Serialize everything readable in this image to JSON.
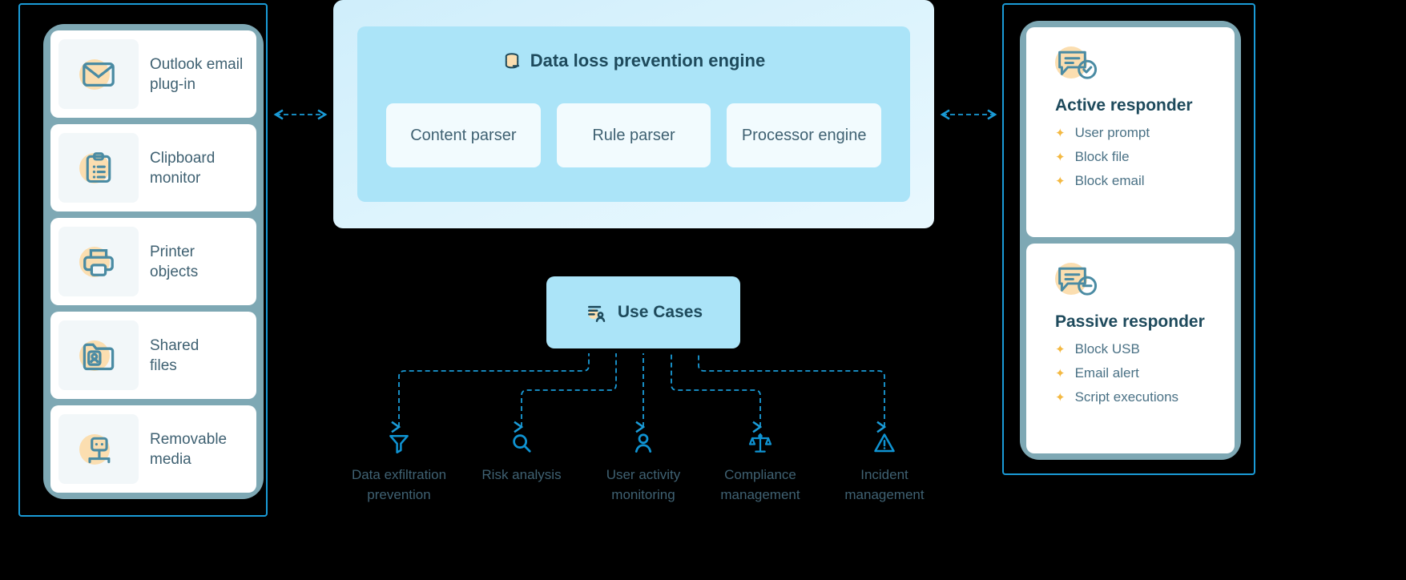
{
  "colors": {
    "accent_blue": "#1a9bd7",
    "panel_border": "#1a9bd7",
    "stack_bg": "#7ea8b4",
    "engine_inner": "#abe4f8",
    "engine_outer": "#def4fd",
    "text_dark": "#1e4a5c",
    "text_body": "#3f6172",
    "icon_teal": "#4a8ba3",
    "blob_peach": "#fbdeb0",
    "spark_gold": "#f4b942"
  },
  "left_panel": {
    "name": "data-sources",
    "items": [
      {
        "label": "Outlook email\nplug-in",
        "line1": "Outlook email",
        "line2": "plug-in",
        "icon": "envelope-icon"
      },
      {
        "label": "Clipboard monitor",
        "line1": "Clipboard",
        "line2": "monitor",
        "icon": "clipboard-icon"
      },
      {
        "label": "Printer objects",
        "line1": "Printer",
        "line2": "objects",
        "icon": "printer-icon"
      },
      {
        "label": "Shared files",
        "line1": "Shared",
        "line2": "files",
        "icon": "shared-folder-icon"
      },
      {
        "label": "Removable media",
        "line1": "Removable",
        "line2": "media",
        "icon": "usb-drive-icon"
      }
    ]
  },
  "engine": {
    "title": "Data loss prevention engine",
    "title_icon": "database-icon",
    "parsers": [
      {
        "label": "Content parser"
      },
      {
        "label": "Rule parser"
      },
      {
        "label": "Processor engine"
      }
    ]
  },
  "right_panel": {
    "name": "responders",
    "cards": [
      {
        "title": "Active responder",
        "icon": "chat-check-icon",
        "items": [
          "User prompt",
          "Block file",
          "Block email"
        ]
      },
      {
        "title": "Passive responder",
        "icon": "chat-minus-icon",
        "items": [
          "Block USB",
          "Email alert",
          "Script executions"
        ]
      }
    ]
  },
  "use_cases": {
    "title": "Use Cases",
    "title_icon": "list-user-icon",
    "items": [
      {
        "line1": "Data exfiltration",
        "line2": "prevention",
        "icon": "funnel-icon"
      },
      {
        "line1": "Risk analysis",
        "line2": "",
        "icon": "magnifier-icon"
      },
      {
        "line1": "User activity",
        "line2": "monitoring",
        "icon": "person-icon"
      },
      {
        "line1": "Compliance",
        "line2": "management",
        "icon": "scales-icon"
      },
      {
        "line1": "Incident",
        "line2": "management",
        "icon": "warning-triangle-icon"
      }
    ]
  }
}
